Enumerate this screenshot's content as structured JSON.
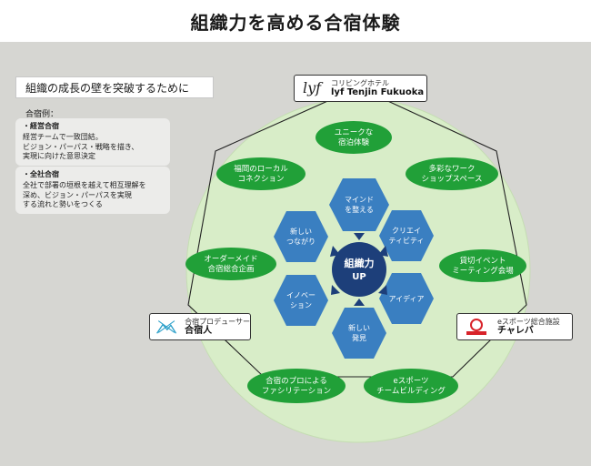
{
  "title": "組織力を高める合宿体験",
  "subtitle": "組織の成長の壁を突破するために",
  "examples": {
    "label": "合宿例：",
    "items": [
      {
        "title": "・経営合宿",
        "lines": [
          "経営チームで一致団結。",
          "ビジョン・パーパス・戦略を描き、",
          "実現に向けた意思決定"
        ]
      },
      {
        "title": "・全社合宿",
        "lines": [
          "全社で部署の垣根を越えて相互理解を",
          "深め、ビジョン・パーパスを実現",
          "する流れと勢いをつくる"
        ]
      }
    ]
  },
  "center": {
    "line1": "組織力",
    "line2": "UP"
  },
  "hexagons": [
    {
      "lines": [
        "マインド",
        "を整える"
      ]
    },
    {
      "lines": [
        "クリエイ",
        "ティビティ"
      ]
    },
    {
      "lines": [
        "アイディア"
      ]
    },
    {
      "lines": [
        "新しい",
        "発見"
      ]
    },
    {
      "lines": [
        "イノベー",
        "ション"
      ]
    },
    {
      "lines": [
        "新しい",
        "つながり"
      ]
    }
  ],
  "ellipses": [
    {
      "lines": [
        "ユニークな",
        "宿泊体験"
      ]
    },
    {
      "lines": [
        "多彩なワーク",
        "ショップスペース"
      ]
    },
    {
      "lines": [
        "貸切イベント",
        "ミーティング会場"
      ]
    },
    {
      "lines": [
        "eスポーツ",
        "チームビルディング"
      ]
    },
    {
      "lines": [
        "合宿のプロによる",
        "ファシリテーション"
      ]
    },
    {
      "lines": [
        "オーダーメイド",
        "合宿総合企画"
      ]
    },
    {
      "lines": [
        "福岡のローカル",
        "コネクション"
      ]
    }
  ],
  "partners": {
    "lyf": {
      "logo": "lyf",
      "sub": "コリビングホテル",
      "name": "lyf Tenjin Fukuoka"
    },
    "gasshukujin": {
      "logo_icon": "mountain-tent-logo-icon",
      "sub": "合宿プロデューサー",
      "name": "合宿人"
    },
    "chareba": {
      "logo_icon": "challengers-park-logo-icon",
      "sub": "eスポーツ総合施設",
      "name": "チャレバ"
    }
  },
  "colors": {
    "circle": "#d8edc8",
    "ellipse": "#21a038",
    "hexagon": "#3a7fc1",
    "center": "#1d3f7a",
    "arrow": "#1d3f7a",
    "background": "#d6d6d2"
  }
}
